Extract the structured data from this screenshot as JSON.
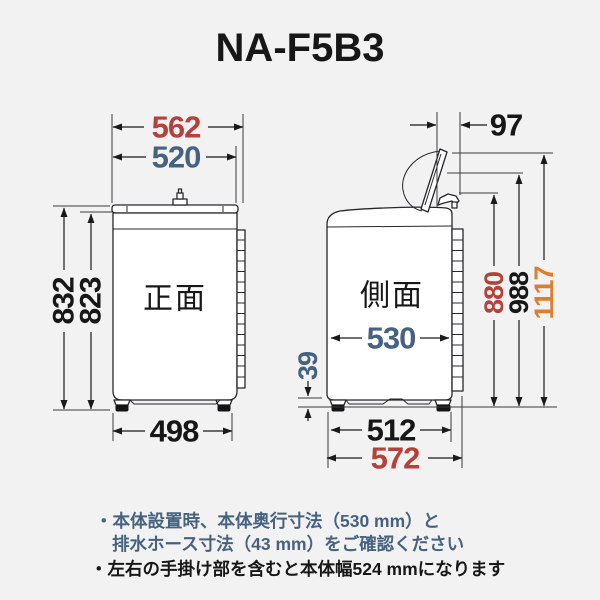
{
  "title": "NA-F5B3",
  "colors": {
    "bg": "#f2f2f2",
    "ink": "#171717",
    "red": "#b5423a",
    "blue": "#466280",
    "orange": "#dd7e2f"
  },
  "front_view": {
    "label": "正面",
    "width_overall": "562",
    "width_body": "520",
    "height_overall": "832",
    "height_body": "823",
    "width_feet": "498"
  },
  "side_view": {
    "label": "側面",
    "lid_gap": "97",
    "depth_body": "530",
    "base_height": "39",
    "depth_feet": "512",
    "depth_overall": "572",
    "height_inlet": "880",
    "height_mid": "988",
    "height_lid": "1117"
  },
  "notes": [
    "・本体設置時、本体奥行寸法（530 mm）と",
    "排水ホース寸法（43 mm）をご確認ください",
    "・左右の手掛け部を含むと本体幅524 mmになります"
  ]
}
